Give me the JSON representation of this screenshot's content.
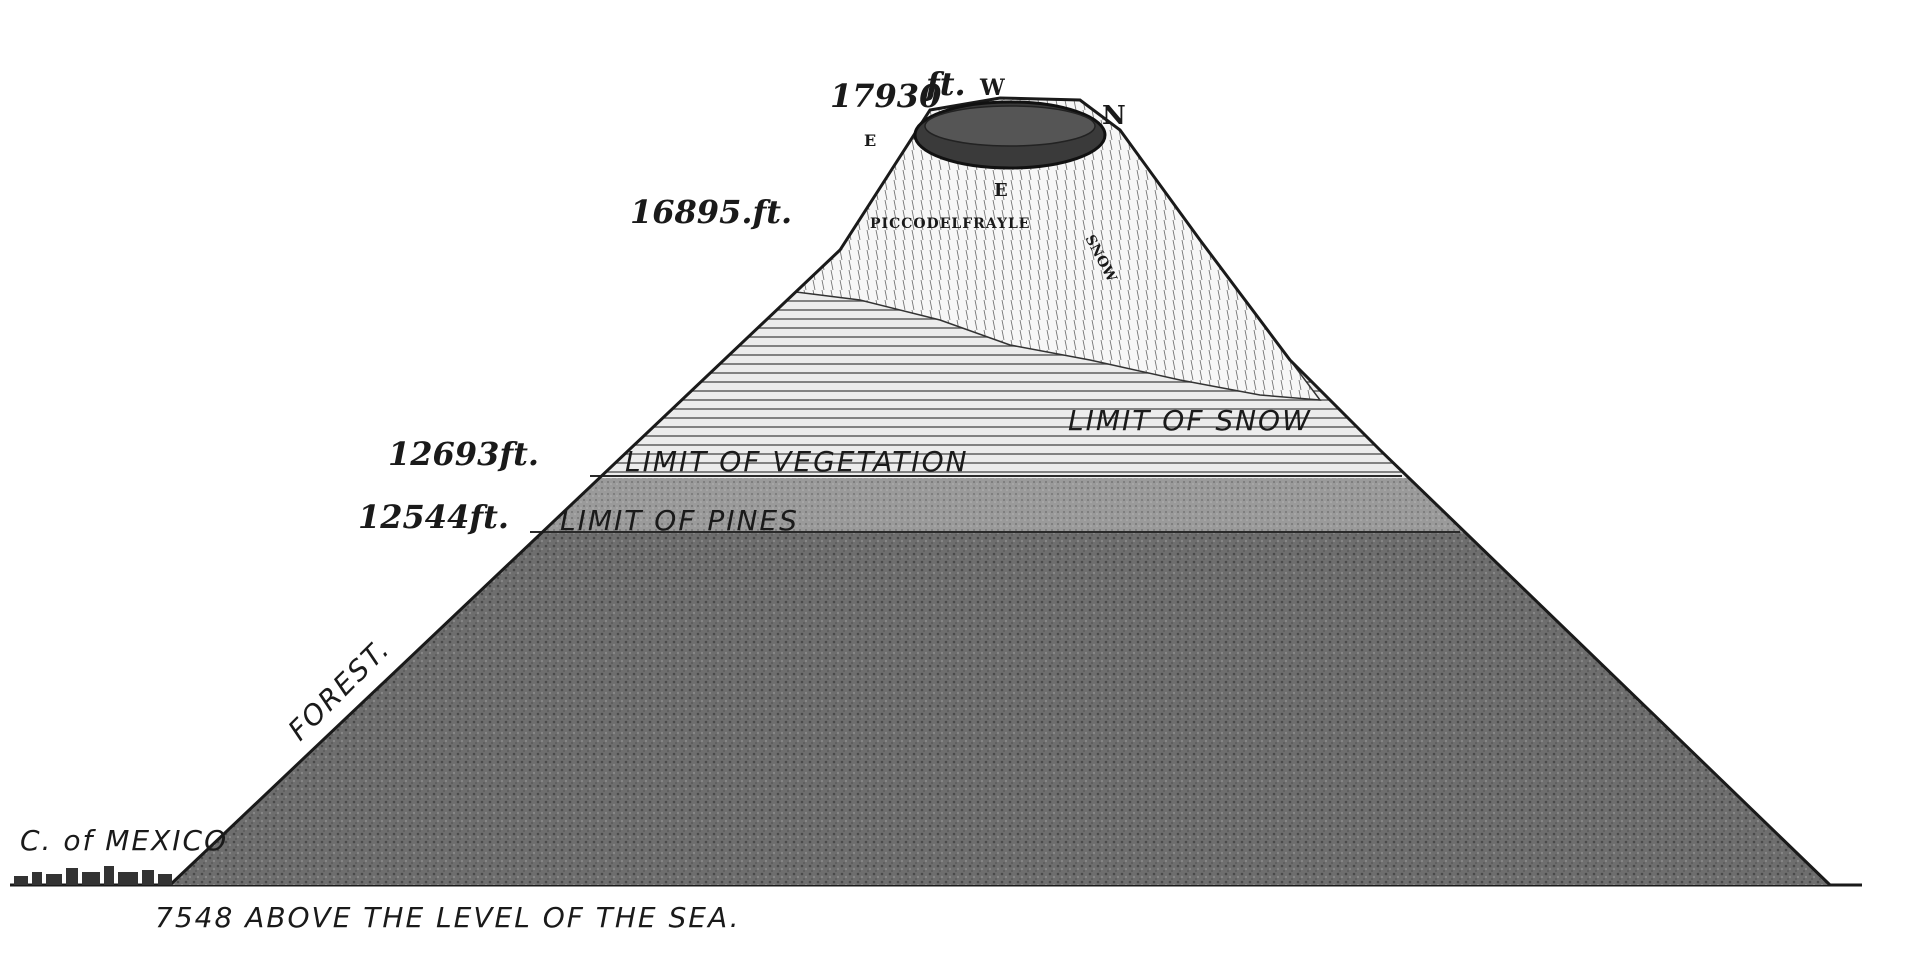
{
  "labels": {
    "summit_elevation": "17930",
    "summit_unit": "ft.",
    "compass_w": "W",
    "compass_n": "N",
    "compass_e_left": "E",
    "compass_e_crater": "E",
    "elevation_16895": "16895.ft.",
    "picco": "PICCODELFRAYLE",
    "snow": "SNOW",
    "limit_snow": "LIMIT OF SNOW",
    "elevation_12693": "12693ft.",
    "limit_vegetation": "LIMIT OF VEGETATION",
    "elevation_12544": "12544ft.",
    "limit_pines": "LIMIT OF PINES",
    "forest": "FOREST.",
    "city": "C. of MEXICO",
    "base_caption": "7548 ABOVE THE LEVEL OF THE SEA."
  },
  "colors": {
    "forest": "#6e6e6e",
    "pines": "#8f8f8f",
    "vegetation": "#c8c8c8",
    "bands": "#d6d6d6",
    "snow": "#f2f2f2",
    "crater": "#3a3a3a",
    "ink": "#1a1a1a"
  }
}
